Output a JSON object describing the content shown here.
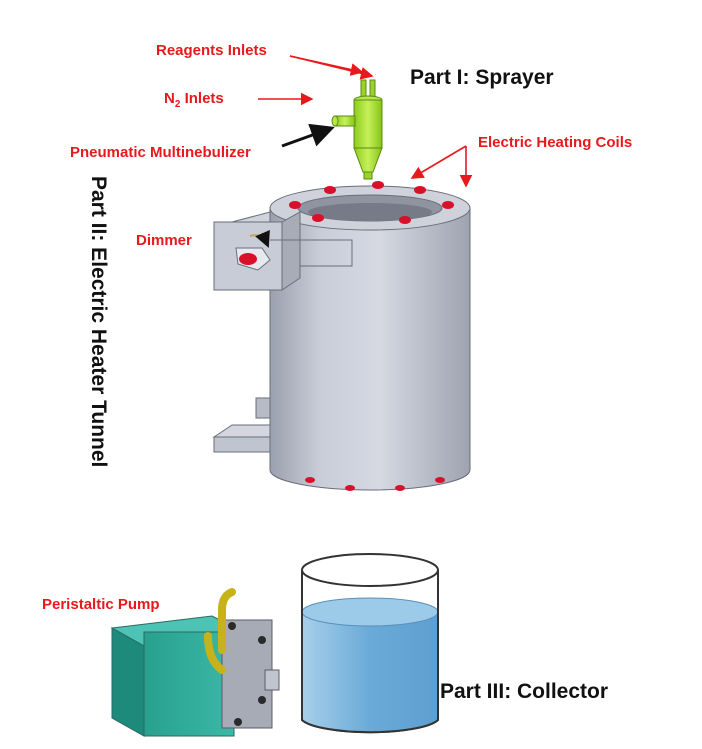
{
  "labels": {
    "reagents_inlets": "Reagents Inlets",
    "n2_prefix": "N",
    "n2_subscript": "2",
    "n2_suffix": " Inlets",
    "pneumatic_multinebulizer": "Pneumatic Multinebulizer",
    "electric_heating_coils": "Electric Heating Coils",
    "dimmer": "Dimmer",
    "peristaltic_pump": "Peristaltic Pump"
  },
  "parts": {
    "part1": "Part I: Sprayer",
    "part2": "Part II: Electric Heater Tunnel",
    "part3": "Part III: Collector"
  },
  "colors": {
    "label_red": "#e8191d",
    "sprayer_green": "#a8e23a",
    "heater_gray": "#c3c7d2",
    "coil_red": "#d8102a",
    "pump_teal": "#2fa89a",
    "liquid_blue": "#7fb8e0"
  }
}
